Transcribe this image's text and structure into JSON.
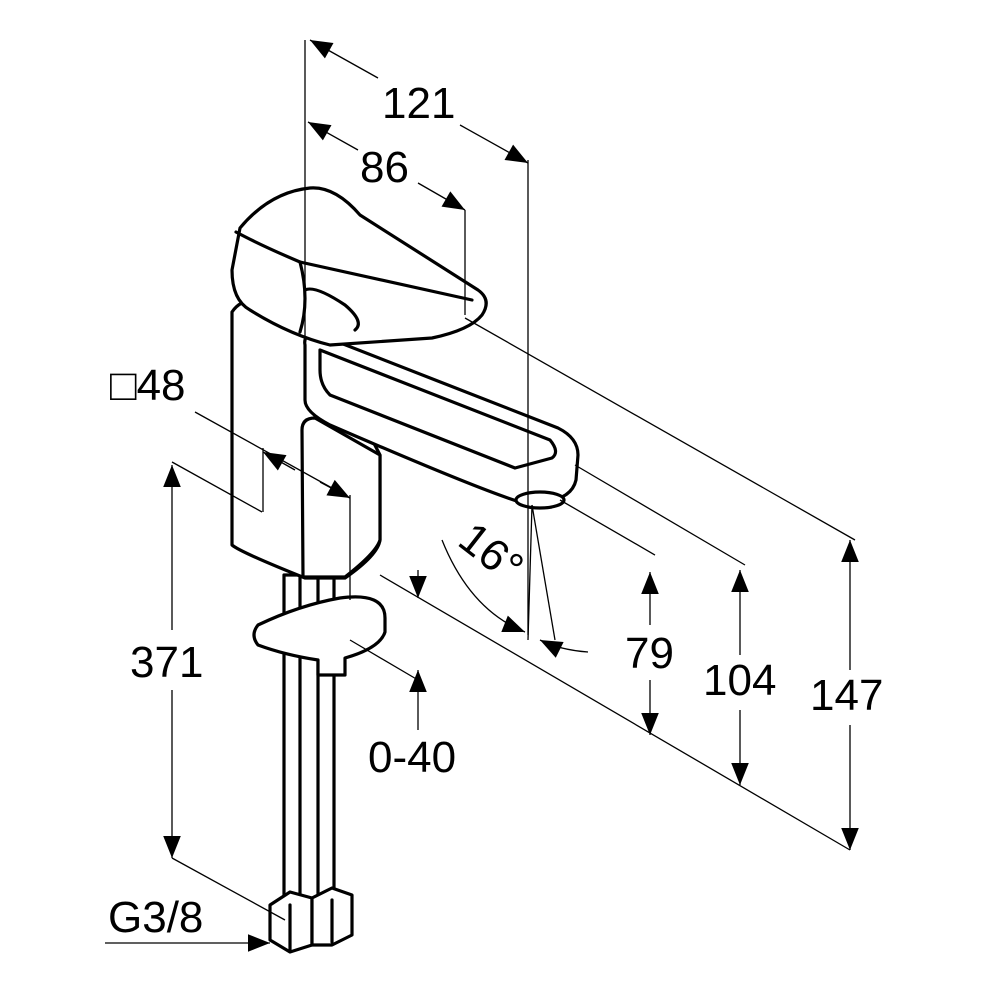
{
  "dimensions": {
    "overall_depth": "121",
    "handle_depth": "86",
    "base_square": "□48",
    "shank_length": "371",
    "spout_angle": "16°",
    "spout_height": "79",
    "handle_height": "104",
    "overall_height": "147",
    "counter_thickness": "0-40",
    "connection_thread": "G3/8"
  },
  "colors": {
    "line": "#000000",
    "background": "#ffffff"
  }
}
